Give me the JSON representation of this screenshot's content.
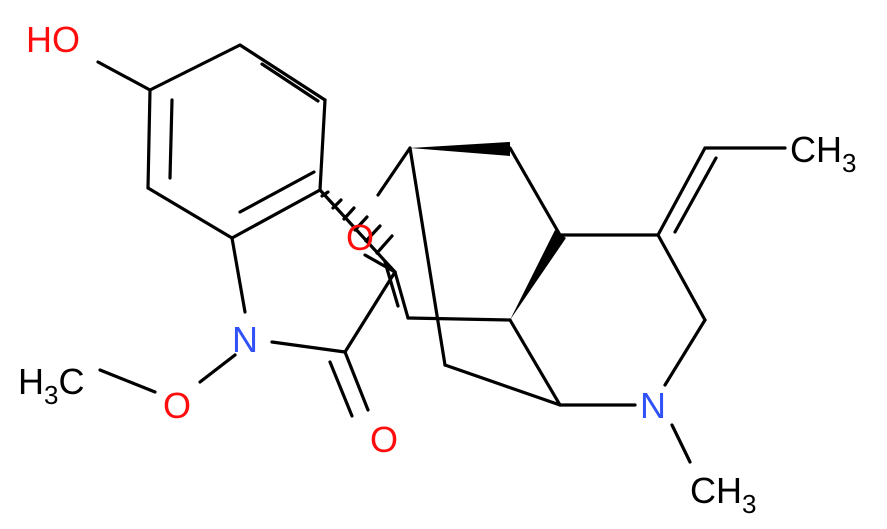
{
  "colors": {
    "bond": "#000000",
    "oxygen": "#ff0d0d",
    "nitrogen": "#3050f8",
    "carbon_label": "#000000"
  },
  "atoms": {
    "oh": {
      "text": "HO"
    },
    "ch3_top": {
      "main": "CH",
      "sub": "3"
    },
    "o_ring": {
      "text": "O"
    },
    "n_lactam": {
      "text": "N"
    },
    "h3c_left": {
      "main": "H",
      "sub": "3",
      "tail": "C"
    },
    "o_methoxy": {
      "text": "O"
    },
    "o_carbonyl": {
      "text": "O"
    },
    "n_amine": {
      "text": "N"
    },
    "ch3_bottom": {
      "main": "CH",
      "sub": "3"
    }
  }
}
